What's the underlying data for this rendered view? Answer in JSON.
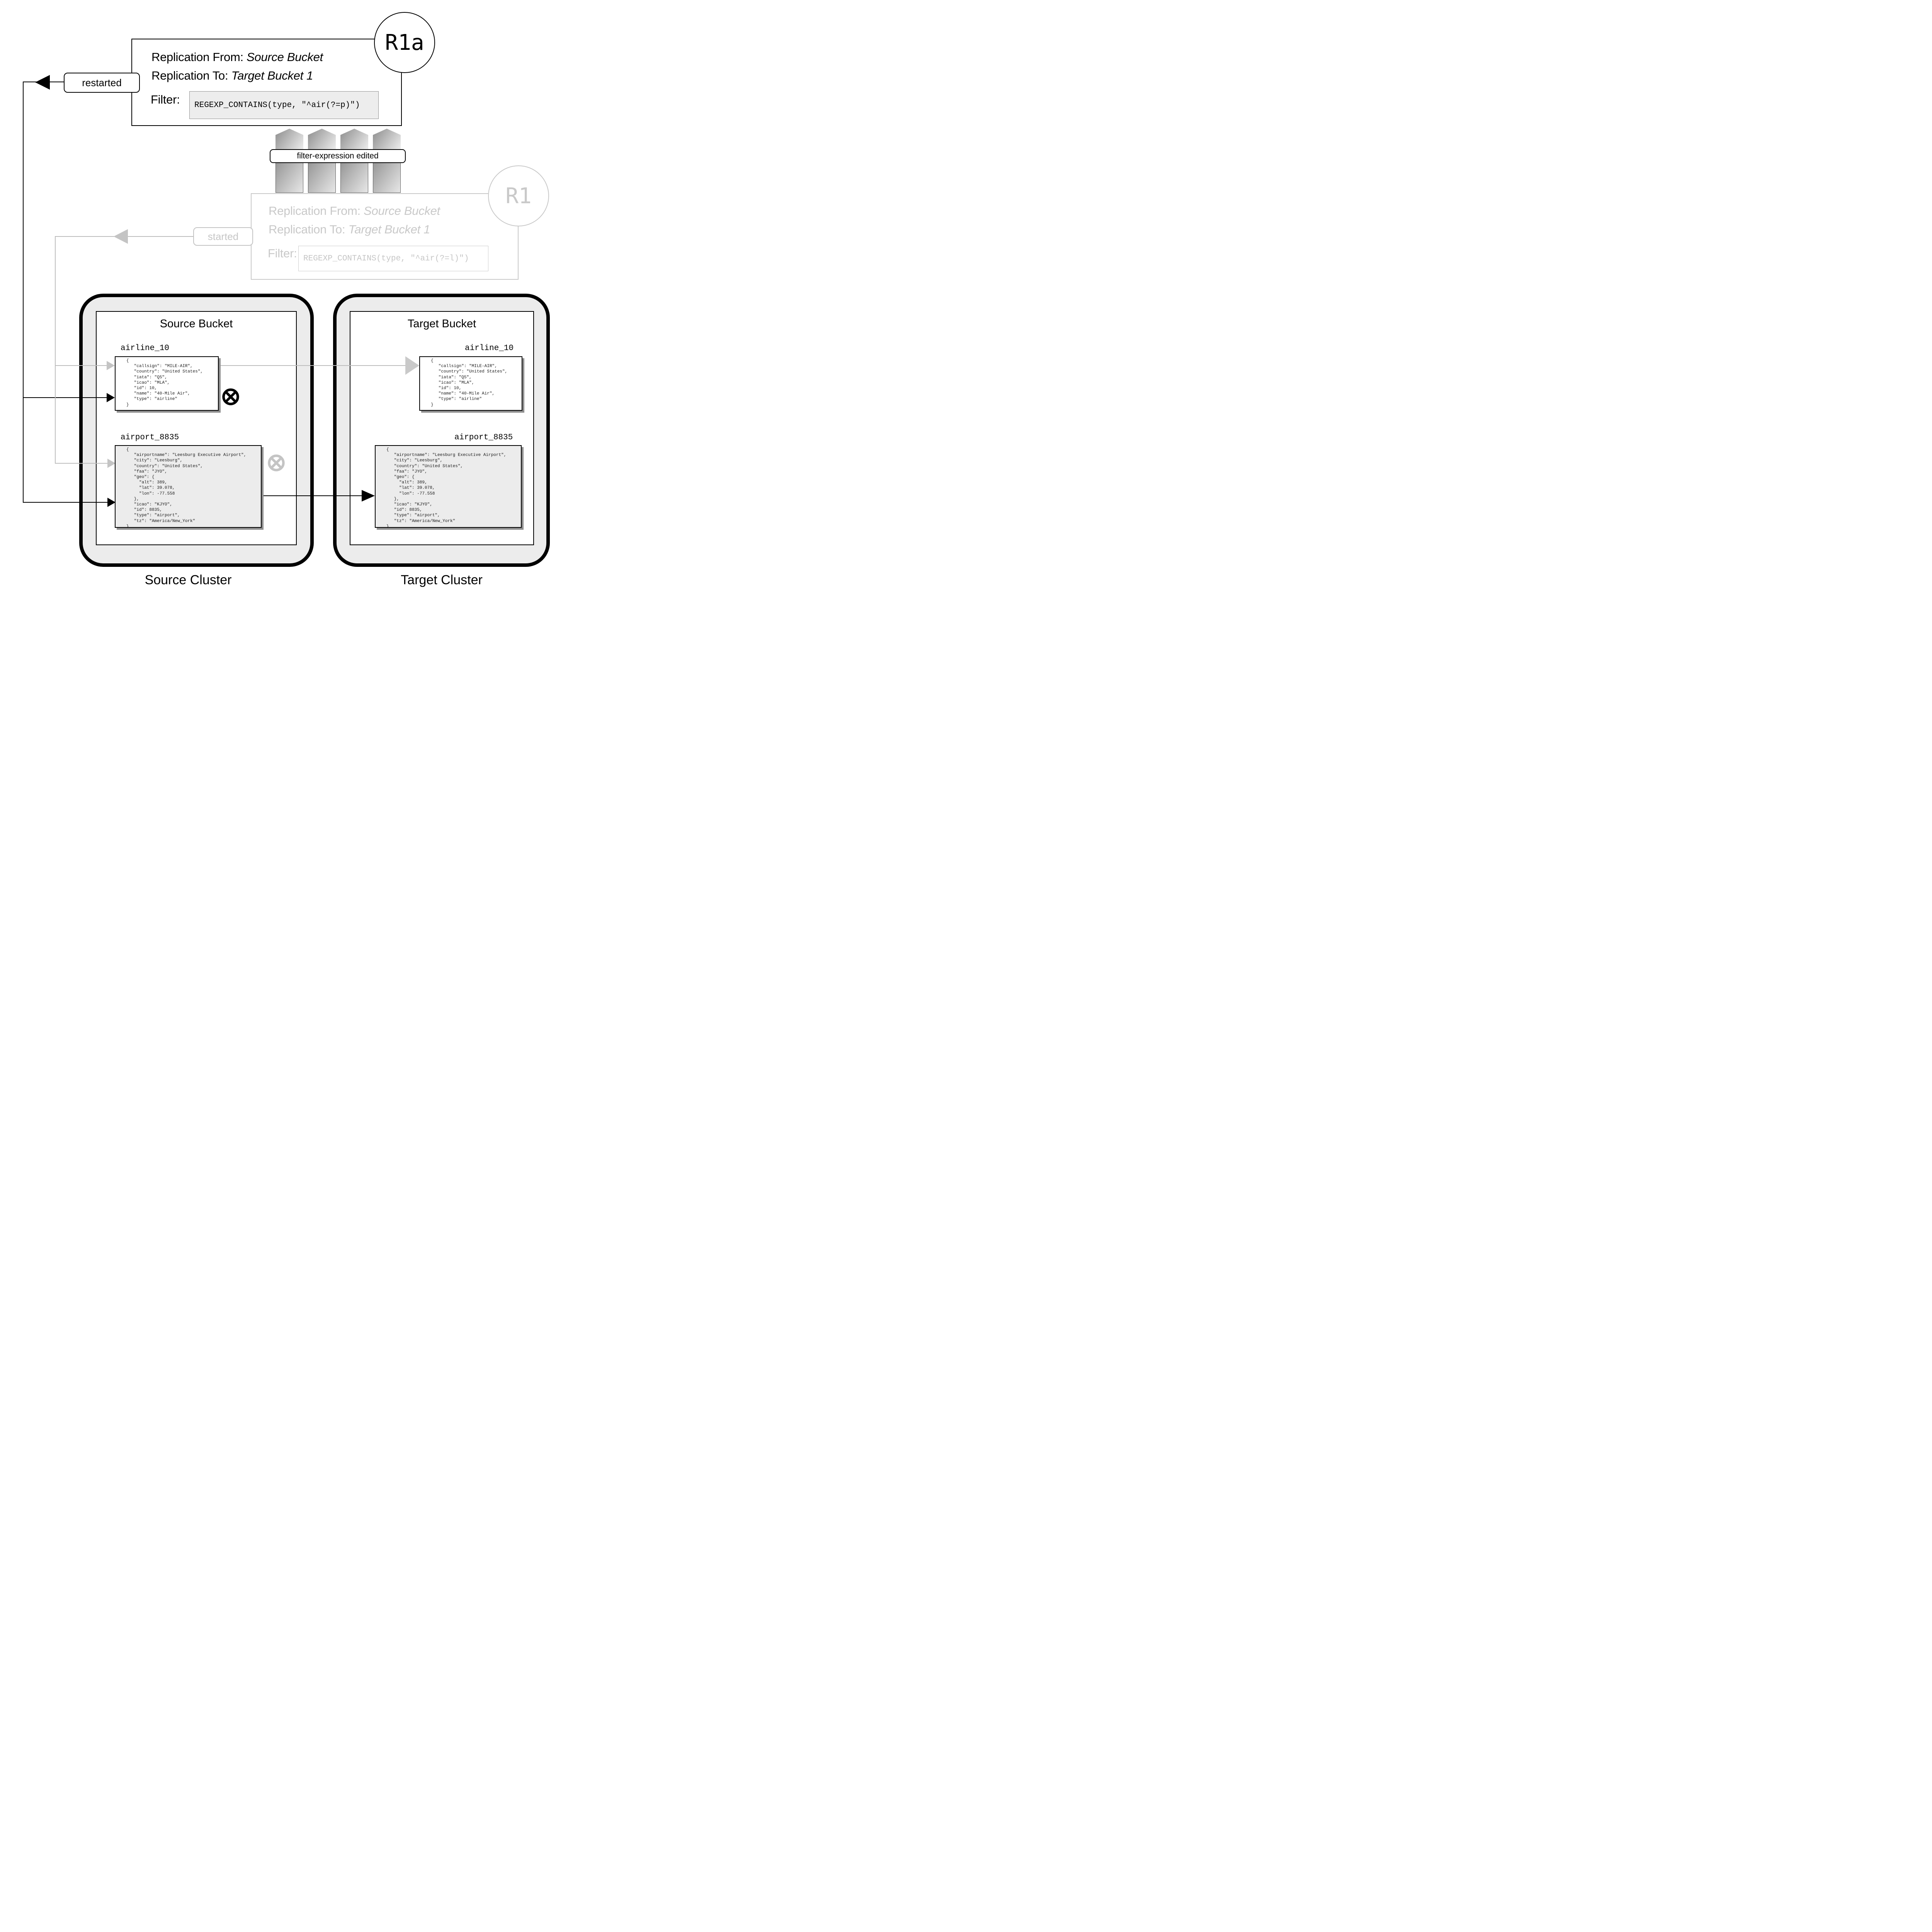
{
  "r1a_rule": {
    "badge": "R1a",
    "event_label": "restarted",
    "from_label": "Replication From:",
    "from_value": "Source Bucket",
    "to_label": "Replication To:",
    "to_value": "Target Bucket 1",
    "filter_label": "Filter:",
    "filter_expression": "REGEXP_CONTAINS(type, \"^air(?=p)\")"
  },
  "r1_rule": {
    "badge": "R1",
    "event_label": "started",
    "from_label": "Replication From:",
    "from_value": "Source Bucket",
    "to_label": "Replication To:",
    "to_value": "Target Bucket 1",
    "filter_label": "Filter:",
    "filter_expression": "REGEXP_CONTAINS(type, \"^air(?=l)\")"
  },
  "edit_banner_label": "filter-expression edited",
  "source_cluster": {
    "cluster_label": "Source Cluster",
    "bucket_label": "Source Bucket",
    "airline_doc": {
      "id": "airline_10",
      "json": "{\n   \"callsign\": \"MILE-AIR\",\n   \"country\": \"United States\",\n   \"iata\": \"Q5\",\n   \"icao\": \"MLA\",\n   \"id\": 10,\n   \"name\": \"40-Mile Air\",\n   \"type\": \"airline\"\n}"
    },
    "airport_doc": {
      "id": "airport_8835",
      "json": "{\n   \"airportname\": \"Leesburg Executive Airport\",\n   \"city\": \"Leesburg\",\n   \"country\": \"United States\",\n   \"faa\": \"JYO\",\n   \"geo\": {\n     \"alt\": 389,\n     \"lat\": 39.078,\n     \"lon\": -77.558\n   },\n   \"icao\": \"KJYO\",\n   \"id\": 8835,\n   \"type\": \"airport\",\n   \"tz\": \"America/New_York\"\n}"
    }
  },
  "target_cluster": {
    "cluster_label": "Target Cluster",
    "bucket_label": "Target Bucket",
    "airline_doc": {
      "id": "airline_10",
      "json": "{\n   \"callsign\": \"MILE-AIR\",\n   \"country\": \"United States\",\n   \"iata\": \"Q5\",\n   \"icao\": \"MLA\",\n   \"id\": 10,\n   \"name\": \"40-Mile Air\",\n   \"type\": \"airline\"\n}"
    },
    "airport_doc": {
      "id": "airport_8835",
      "json": "{\n   \"airportname\": \"Leesburg Executive Airport\",\n   \"city\": \"Leesburg\",\n   \"country\": \"United States\",\n   \"faa\": \"JYO\",\n   \"geo\": {\n     \"alt\": 389,\n     \"lat\": 39.078,\n     \"lon\": -77.558\n   },\n   \"icao\": \"KJYO\",\n   \"id\": 8835,\n   \"type\": \"airport\",\n   \"tz\": \"America/New_York\"\n}"
    }
  },
  "colors": {
    "active": "#000000",
    "inactive_text": "#c9c9c9",
    "inactive_line": "#bdbdbd",
    "doc_fill_gray": "#ececec",
    "doc_fill_white": "#ffffff",
    "doc_shadow": "#8f8f8f"
  }
}
